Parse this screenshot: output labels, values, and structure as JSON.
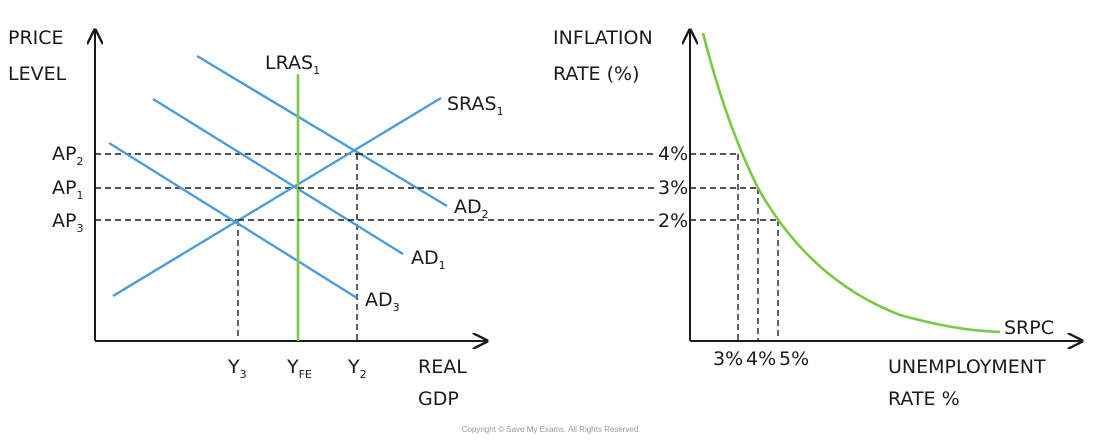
{
  "left_diagram": {
    "y_axis_label_line1": "PRICE",
    "y_axis_label_line2": "LEVEL",
    "x_axis_label_line1": "REAL",
    "x_axis_label_line2": "GDP",
    "lras": {
      "main": "LRAS",
      "sub": "1"
    },
    "sras": {
      "main": "SRAS",
      "sub": "1"
    },
    "ad2": {
      "main": "AD",
      "sub": "2"
    },
    "ad1": {
      "main": "AD",
      "sub": "1"
    },
    "ad3": {
      "main": "AD",
      "sub": "3"
    },
    "ap2": {
      "main": "AP",
      "sub": "2"
    },
    "ap1": {
      "main": "AP",
      "sub": "1"
    },
    "ap3": {
      "main": "AP",
      "sub": "3"
    },
    "y3": {
      "main": "Y",
      "sub": "3"
    },
    "yfe": {
      "main": "Y",
      "sub": "FE"
    },
    "y2": {
      "main": "Y",
      "sub": "2"
    },
    "colors": {
      "ad_sras": "#4a9be0",
      "lras": "#7ac943"
    }
  },
  "right_diagram": {
    "y_axis_label_line1": "INFLATION",
    "y_axis_label_line2": "RATE (%)",
    "x_axis_label_line1": "UNEMPLOYMENT",
    "x_axis_label_line2": "RATE %",
    "curve_label": "SRPC",
    "inflation_ticks": [
      "4%",
      "3%",
      "2%"
    ],
    "unemployment_ticks": [
      "3%",
      "4%",
      "5%"
    ],
    "colors": {
      "srpc": "#7ac943"
    }
  },
  "copyright": "Copyright © Save My Exams. All Rights Reserved"
}
